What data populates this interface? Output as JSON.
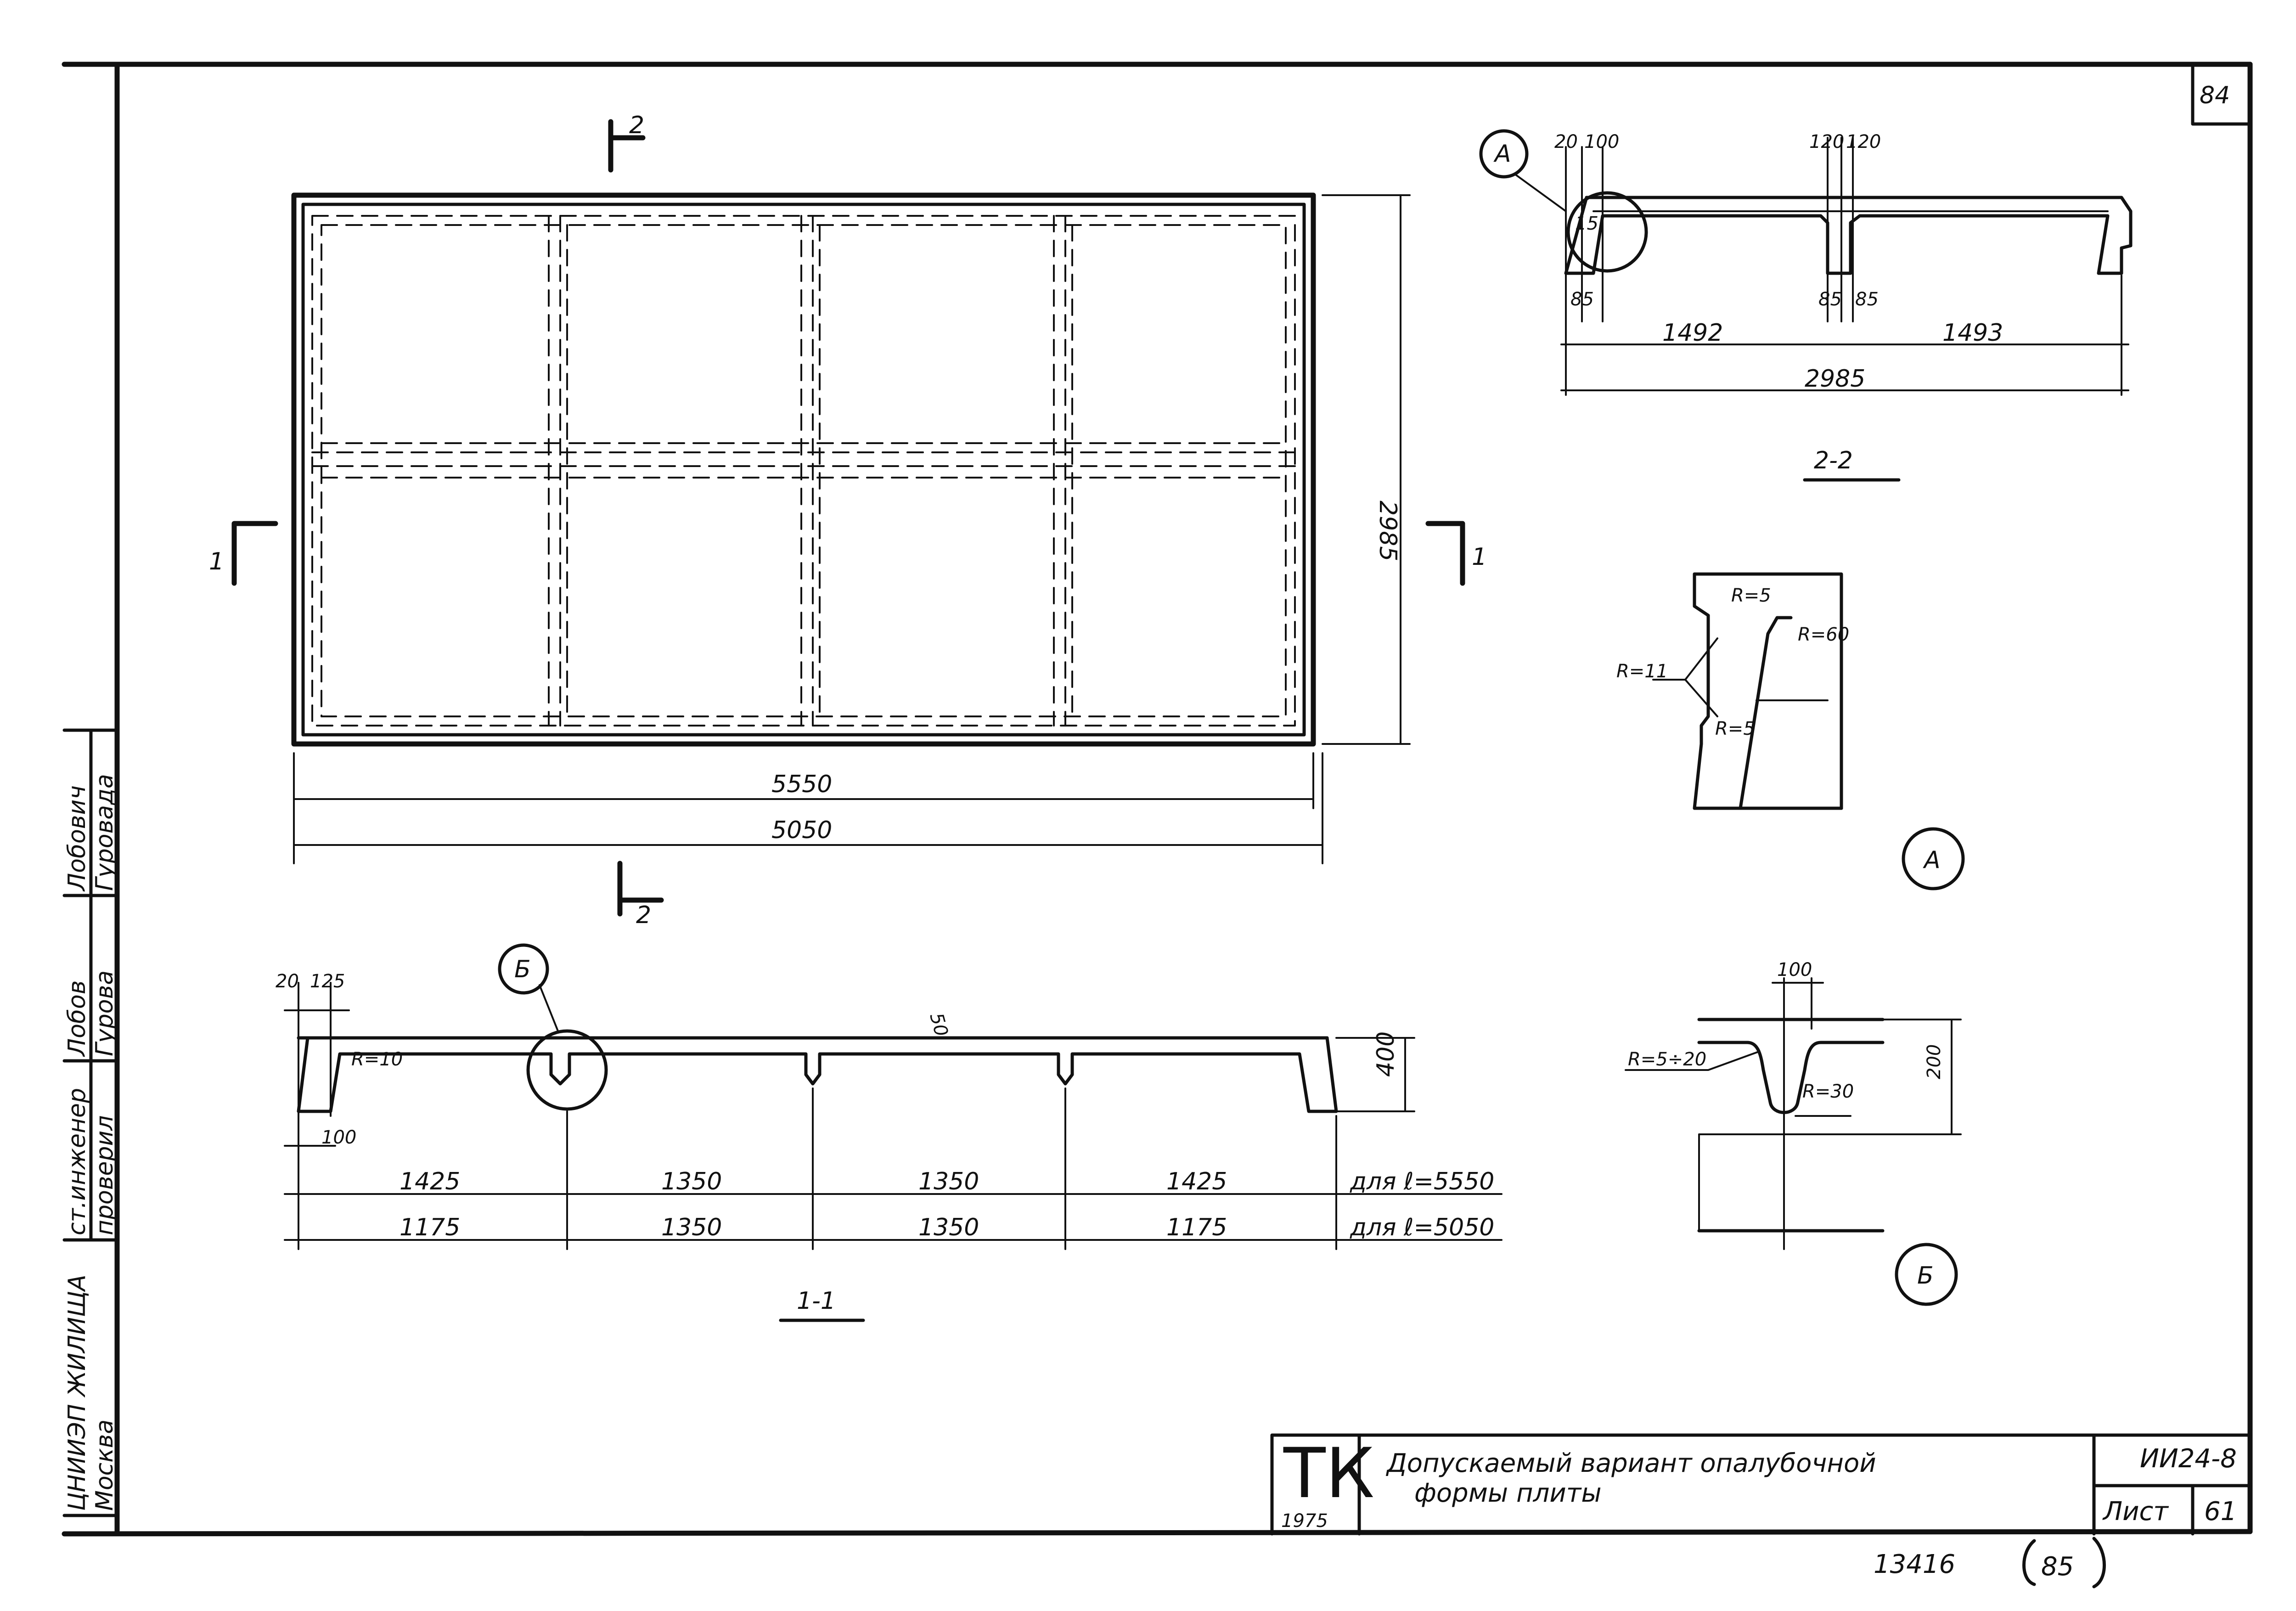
{
  "sheet_corner_number": "84",
  "section_marks": {
    "left": "1",
    "right": "1",
    "top": "2",
    "bottom": "2"
  },
  "plan": {
    "length_5550": "5550",
    "length_5050": "5050",
    "width": "2985"
  },
  "section_2_2": {
    "title": "2-2",
    "callout": "А",
    "dims_top": [
      "20",
      "100",
      "120",
      "120"
    ],
    "dims_bottom": [
      "85",
      "85",
      "85"
    ],
    "half_left": "1492",
    "half_right": "1493",
    "total": "2985",
    "slope": "15"
  },
  "detail_a": {
    "label": "А",
    "r_outer": "R=11",
    "r_top": "R=5",
    "r_inner": "R=60",
    "r_lower": "R=5"
  },
  "section_1_1": {
    "title": "1-1",
    "callout": "Б",
    "dims_top": [
      "20",
      "125"
    ],
    "r_end": "R=10",
    "bottom_offset": "100",
    "height": "400",
    "slope": "50",
    "row1": [
      "1425",
      "1350",
      "1350",
      "1425"
    ],
    "row1_label": "для ℓ=5550",
    "row2": [
      "1175",
      "1350",
      "1350",
      "1175"
    ],
    "row2_label": "для ℓ=5050"
  },
  "detail_b": {
    "label": "Б",
    "width": "100",
    "height": "200",
    "r_top": "R=5÷20",
    "r_bottom": "R=30"
  },
  "stamp_side": {
    "org": "ЦНИИЭП ЖИЛИЩА",
    "city": "Москва",
    "roles": [
      "ст.инженер",
      "проверил"
    ],
    "names": [
      "Лобов",
      "Гурова"
    ],
    "extra_names": [
      "Лобович",
      "Гуровада"
    ]
  },
  "title_block": {
    "series_mark": "ТК",
    "year": "1975",
    "title_line1": "Допускаемый вариант опалубочной",
    "title_line2": "формы плиты",
    "code": "ИИ24-8",
    "sheet_label": "Лист",
    "sheet_number": "61"
  },
  "footer": {
    "archive_number": "13416",
    "page_number": "85"
  }
}
